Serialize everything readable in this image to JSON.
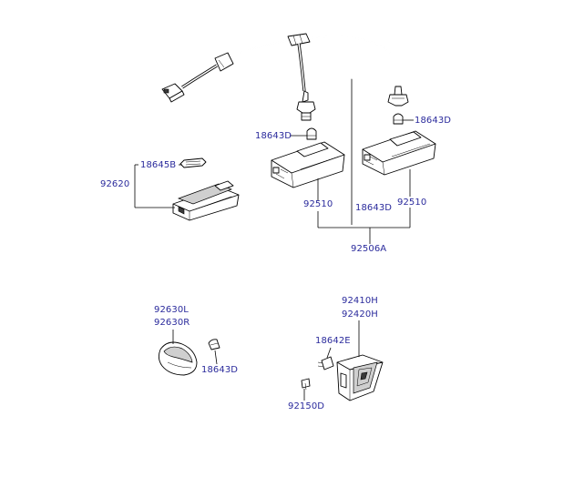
{
  "labels": {
    "p18643D_top_right": "18643D",
    "p18643D_top_left": "18643D",
    "p18645B": "18645B",
    "p92620": "92620",
    "p92510_left": "92510",
    "p18643D_center": "18643D",
    "p92510_right": "92510",
    "p92506A": "92506A",
    "p92630L": "92630L",
    "p92630R": "92630R",
    "p18643D_bottom": "18643D",
    "p92410H": "92410H",
    "p92420H": "92420H",
    "p18642E": "18642E",
    "p92150D": "92150D"
  },
  "colors": {
    "label_text": "#2a2a9c",
    "line": "#000000",
    "background": "#ffffff"
  }
}
